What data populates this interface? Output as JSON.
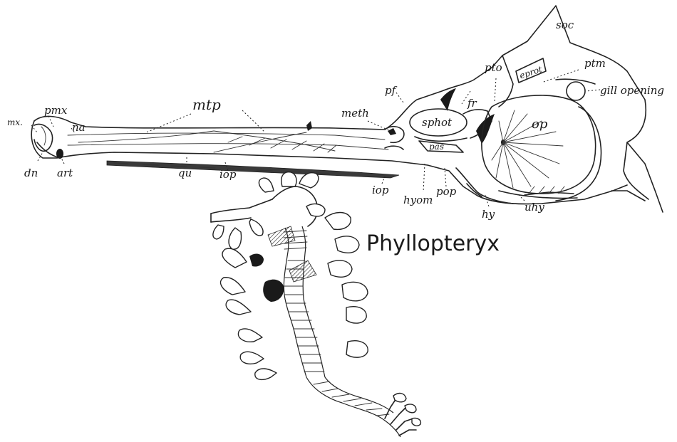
{
  "figure": {
    "caption": "Phyllopteryx",
    "labels": {
      "pmx": "pmx",
      "mx": "mx.",
      "na": "na",
      "dn": "dn",
      "art": "art",
      "mtp": "mtp",
      "qu": "qu",
      "iop_left": "iop",
      "iop_right": "iop",
      "meth": "meth",
      "pf": "pf",
      "fr": "fr",
      "sphot": "sphot",
      "pas": "pas",
      "pto": "pto",
      "eprot": "eprot",
      "soc": "soc",
      "ptm": "ptm",
      "gill": "gill opening",
      "op": "op",
      "hyom": "hyom",
      "pop": "pop",
      "hy": "hy",
      "uhy": "uhy"
    }
  }
}
